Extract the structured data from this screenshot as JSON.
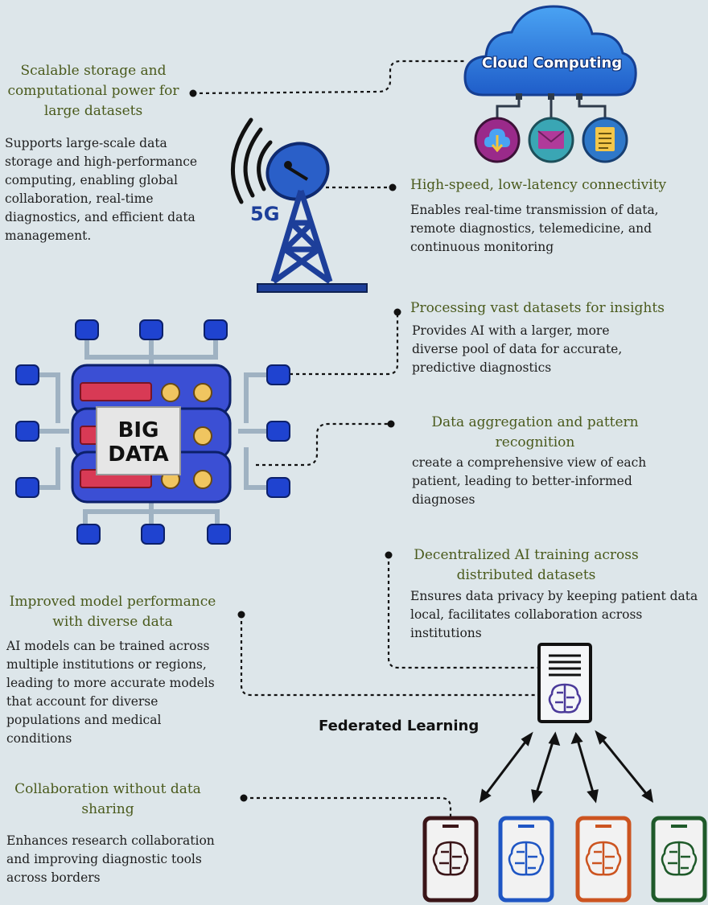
{
  "cloud": {
    "label": "Cloud Computing"
  },
  "tower": {
    "label": "5G"
  },
  "bigdata": {
    "label_line1": "BIG",
    "label_line2": "DATA"
  },
  "federated": {
    "label": "Federated Learning"
  },
  "colors": {
    "background": "#dde6ea",
    "heading": "#4a5a1c",
    "body": "#1e1e1e",
    "cloud": "#2a6fd6",
    "tower": "#1d3f9a",
    "bigdata_node": "#1f43d0",
    "bigdata_stack": "#3b4fd4",
    "bigdata_bar": "#d83a55",
    "bigdata_coin": "#f0c560",
    "phone_colors": [
      "#3a1518",
      "#1f56c4",
      "#cc5420",
      "#1f5a2a"
    ]
  },
  "cloud_icons": [
    "download-icon",
    "mail-icon",
    "document-icon"
  ],
  "sections": {
    "cloud_heading": "Scalable storage and computational power for large datasets",
    "cloud_body": "Supports large-scale data storage and high-performance computing, enabling global collaboration, real-time diagnostics, and efficient data management.",
    "fiveg_heading": "High-speed, low-latency connectivity",
    "fiveg_body": "Enables real-time transmission of data, remote diagnostics, telemedicine, and continuous monitoring",
    "processing_heading": "Processing vast datasets for insights",
    "processing_body": "Provides AI with a larger, more diverse pool of data for accurate, predictive diagnostics",
    "aggregation_heading": "Data aggregation and pattern recognition",
    "aggregation_body": "create a comprehensive view of each patient, leading to better-informed diagnoses",
    "decentralized_heading": "Decentralized AI training across distributed datasets",
    "decentralized_body": "Ensures data privacy by keeping patient data local, facilitates collaboration across institutions",
    "improved_heading": "Improved model performance with diverse data",
    "improved_body": "AI models can be trained across multiple institutions or regions, leading to more accurate models that account for diverse populations and medical conditions",
    "collab_heading": "Collaboration without data sharing",
    "collab_body": "Enhances research collaboration and improving diagnostic tools across borders"
  }
}
